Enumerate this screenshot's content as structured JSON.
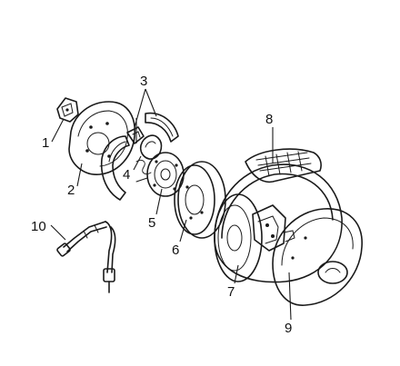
{
  "callouts": [
    {
      "id": "1",
      "text": "1"
    },
    {
      "id": "2",
      "text": "2"
    },
    {
      "id": "3",
      "text": "3"
    },
    {
      "id": "4",
      "text": "4"
    },
    {
      "id": "5",
      "text": "5"
    },
    {
      "id": "6",
      "text": "6"
    },
    {
      "id": "7",
      "text": "7"
    },
    {
      "id": "8",
      "text": "8"
    },
    {
      "id": "9",
      "text": "9"
    },
    {
      "id": "10",
      "text": "10"
    }
  ],
  "colors": {
    "ink": "#1a1a1a",
    "paper": "#ffffff"
  }
}
